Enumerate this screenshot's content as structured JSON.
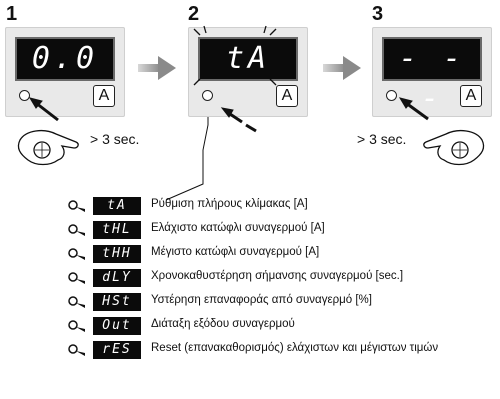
{
  "steps": [
    {
      "number": "1",
      "display": "0.0",
      "button_label": "A"
    },
    {
      "number": "2",
      "display": "tA",
      "button_label": "A"
    },
    {
      "number": "3",
      "display": "- - -",
      "button_label": "A"
    }
  ],
  "hints": {
    "left": "> 3 sec.",
    "right": "> 3 sec."
  },
  "menu": [
    {
      "code": "tA",
      "description": "Ρύθμιση πλήρους  κλίμακας [A]"
    },
    {
      "code": "tHL",
      "description": "Ελάχιστο κατώφλι συναγερμού [A]"
    },
    {
      "code": "tHH",
      "description": "Μέγιστο κατώφλι συναγερμού [A]"
    },
    {
      "code": "dLY",
      "description": "Χρονοκαθυστέρηση σήμανσης συναγερμού [sec.]"
    },
    {
      "code": "HSt",
      "description": "Υστέρηση επαναφοράς από συναγερμό  [%]"
    },
    {
      "code": "Out",
      "description": "Διάταξη εξόδου συναγερμού"
    },
    {
      "code": "rES",
      "description": "Reset (επανακαθορισμός) ελάχιστων και μέγιστων τιμών"
    }
  ]
}
